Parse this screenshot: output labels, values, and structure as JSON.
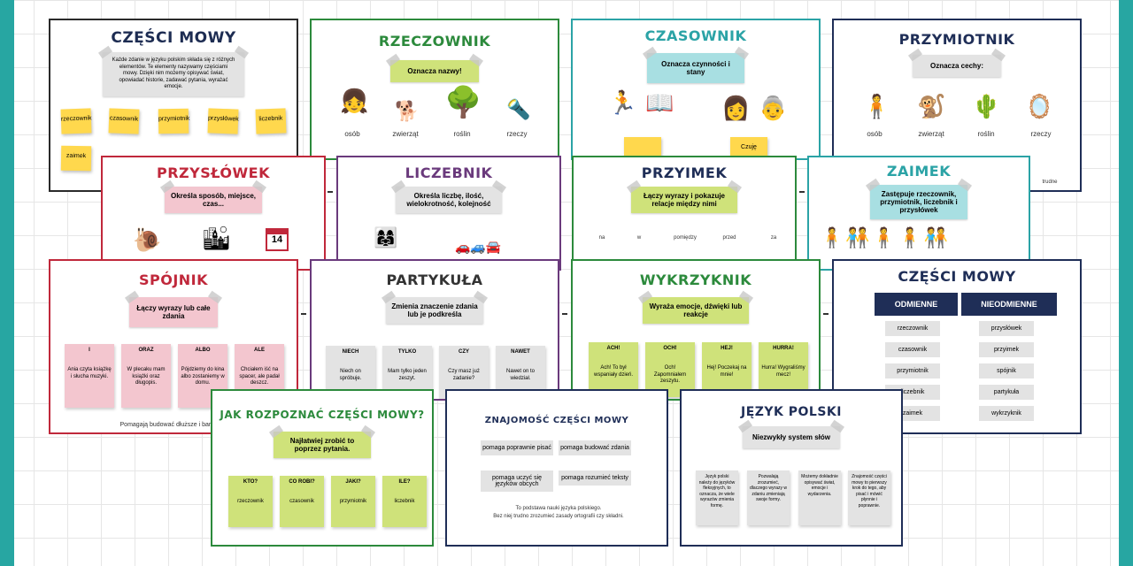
{
  "colors": {
    "frame": "#27a6a2",
    "yellow": "#ffd84d",
    "green_tape": "#cfe27a",
    "teal_tape": "#a8dfe2",
    "pink_tape": "#f3c6cf",
    "grey_tape": "#e3e3e3",
    "red": "#c0283b",
    "green": "#2c8a3c",
    "teal": "#2ba3a6",
    "navy": "#1f2e57",
    "purple": "#6a3a7c"
  },
  "cards": {
    "czesci1": {
      "title": "CZĘŚCI MOWY",
      "intro": "Każde zdanie w języku polskim składa się z różnych elementów. Te elementy nazywamy częściami mowy. Dzięki nim możemy opisywać świat, opowiadać historie, zadawać pytania, wyrażać emocje.",
      "stickies": [
        "rzeczownik",
        "czasownik",
        "przymiotnik",
        "przysłówek",
        "liczebnik",
        "zaimek"
      ]
    },
    "rzeczownik": {
      "title": "RZECZOWNIK",
      "tape": "Oznacza nazwy!",
      "items": [
        "osób",
        "zwierząt",
        "roślin",
        "rzeczy"
      ],
      "icons": [
        "girl-icon",
        "dog-icon",
        "tree-icon",
        "lamp-icon"
      ]
    },
    "czasownik": {
      "title": "CZASOWNIK",
      "tape": "Oznacza czynności i stany",
      "stickies": [
        "",
        "Czuję"
      ]
    },
    "przymiotnik": {
      "title": "PRZYMIOTNIK",
      "tape": "Oznacza cechy:",
      "items": [
        "osób",
        "zwierząt",
        "roślin",
        "rzeczy"
      ],
      "extra": "trudne"
    },
    "przyslowek": {
      "title": "PRZYSŁÓWEK",
      "tape": "Określa sposób, miejsce, czas...",
      "calendar": "14"
    },
    "liczebnik": {
      "title": "LICZEBNIK",
      "tape": "Określa liczbę, ilość, wielokrotność, kolejność"
    },
    "przyimek": {
      "title": "PRZYIMEK",
      "tape": "Łączy wyrazy i pokazuje relacje między nimi",
      "words": [
        "na",
        "w",
        "pomiędzy",
        "przed",
        "za"
      ]
    },
    "zaimek": {
      "title": "ZAIMEK",
      "tape": "Zastępuje rzeczownik, przymiotnik, liczebnik i przysłówek"
    },
    "spojnik": {
      "title": "SPÓJNIK",
      "tape": "Łączy wyrazy lub całe zdania",
      "notes": [
        {
          "head": "I",
          "body": "Ania czyta książkę i słucha muzyki."
        },
        {
          "head": "ORAZ",
          "body": "W plecaku mam książki oraz długopis."
        },
        {
          "head": "ALBO",
          "body": "Pójdziemy do kina albo zostaniemy w domu."
        },
        {
          "head": "ALE",
          "body": "Chciałem iść na spacer, ale padał deszcz."
        }
      ],
      "footer": "Pomagają budować dłuższe i bardziej..."
    },
    "partykula": {
      "title": "PARTYKUŁA",
      "tape": "Zmienia znaczenie zdania lub je podkreśla",
      "notes": [
        {
          "head": "NIECH",
          "body": "Niech on spróbuje."
        },
        {
          "head": "TYLKO",
          "body": "Mam tylko jeden zeszyt."
        },
        {
          "head": "CZY",
          "body": "Czy masz już zadanie?"
        },
        {
          "head": "NAWET",
          "body": "Nawet on to wiedział."
        }
      ]
    },
    "wykrzyknik": {
      "title": "WYKRZYKNIK",
      "tape": "Wyraża emocje, dźwięki lub reakcje",
      "notes": [
        {
          "head": "ACH!",
          "body": "Ach! To był wspaniały dzień."
        },
        {
          "head": "OCH!",
          "body": "Och! Zapomniałem zeszytu."
        },
        {
          "head": "HEJ!",
          "body": "Hej! Poczekaj na mnie!"
        },
        {
          "head": "HURRA!",
          "body": "Hurra! Wygraliśmy mecz!"
        }
      ]
    },
    "czesci2": {
      "title": "CZĘŚCI MOWY",
      "col1_head": "ODMIENNE",
      "col2_head": "NIEODMIENNE",
      "col1": [
        "rzeczownik",
        "czasownik",
        "przymiotnik",
        "liczebnik",
        "zaimek"
      ],
      "col2": [
        "przysłówek",
        "przyimek",
        "spójnik",
        "partykuła",
        "wykrzyknik"
      ]
    },
    "jak": {
      "title": "JAK ROZPOZNAĆ CZĘŚCI MOWY?",
      "tape": "Najłatwiej zrobić to poprzez pytania.",
      "notes": [
        {
          "head": "KTO?",
          "body": "rzeczownik"
        },
        {
          "head": "CO ROBI?",
          "body": "czasownik"
        },
        {
          "head": "JAKI?",
          "body": "przymiotnik"
        },
        {
          "head": "ILE?",
          "body": "liczebnik"
        }
      ]
    },
    "znajomosc": {
      "title": "ZNAJOMOŚĆ CZĘŚCI MOWY",
      "boxes": [
        "pomaga poprawnie pisać",
        "pomaga budować zdania",
        "pomaga uczyć się języków obcych",
        "pomaga rozumieć teksty"
      ],
      "footer1": "To podstawa nauki języka polskiego.",
      "footer2": "Bez niej trudno zrozumieć zasady ortografii czy składni."
    },
    "jezyk": {
      "title": "JĘZYK POLSKI",
      "tape": "Niezwykły system słów",
      "notes": [
        "Język polski należy do języków fleksyjnych, to oznacza, że wiele wyrazów zmienia formę.",
        "Pozwalają zrozumieć, dlaczego wyrazy w zdaniu zmieniają swoje formy.",
        "Możemy dokładnie opisywać świat, emocje i wydarzenia.",
        "Znajomość części mowy to pierwszy krok do tego, aby pisać i mówić płynnie i poprawnie."
      ]
    }
  }
}
